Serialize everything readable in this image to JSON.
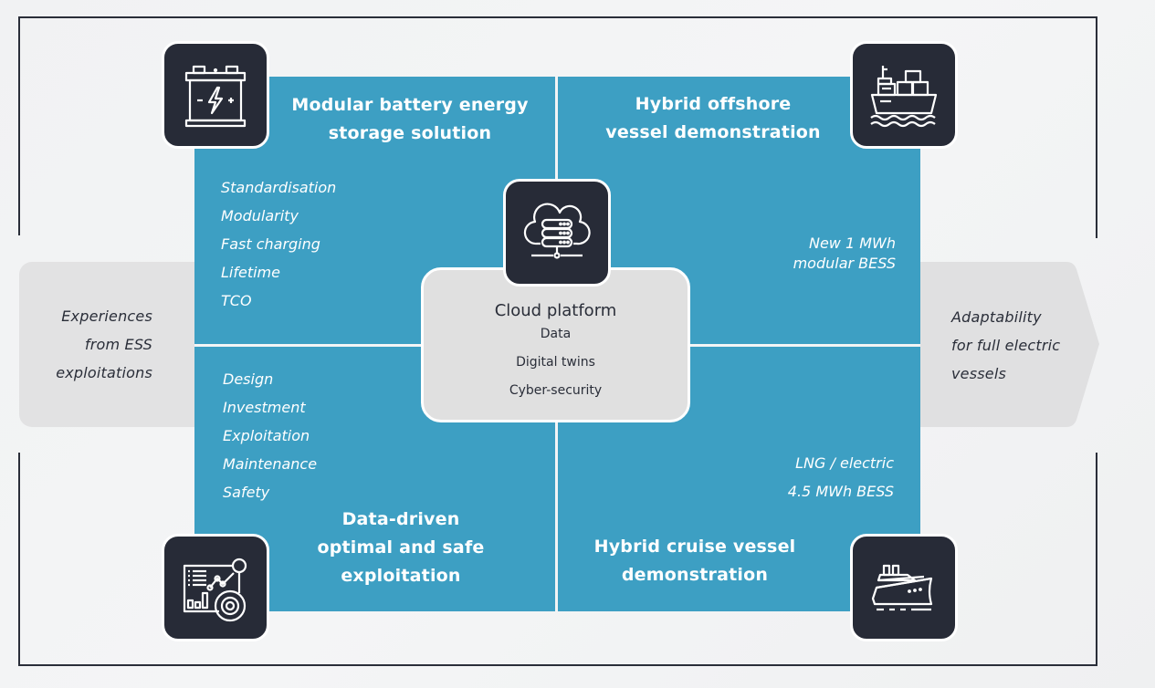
{
  "left_input": {
    "lines": [
      "Experiences",
      "from ESS",
      "exploitations"
    ]
  },
  "right_output": {
    "lines": [
      "Adaptability",
      "for full electric",
      "vessels"
    ]
  },
  "quadrants": {
    "top_left": {
      "icon": "battery-icon",
      "title_lines": [
        "Modular battery energy",
        "storage solution"
      ],
      "items": [
        "Standardisation",
        "Modularity",
        "Fast charging",
        "Lifetime",
        "TCO"
      ]
    },
    "top_right": {
      "icon": "cargo-ship-icon",
      "title_lines": [
        "Hybrid offshore",
        "vessel demonstration"
      ],
      "note_lines": [
        "New 1 MWh",
        "modular BESS"
      ]
    },
    "bottom_left": {
      "icon": "analytics-dashboard-icon",
      "title_lines": [
        "Data-driven",
        "optimal and safe",
        "exploitation"
      ],
      "items": [
        "Design",
        "Investment",
        "Exploitation",
        "Maintenance",
        "Safety"
      ]
    },
    "bottom_right": {
      "icon": "cruise-ship-icon",
      "title_lines": [
        "Hybrid cruise vessel",
        "demonstration"
      ],
      "note_lines": [
        "LNG / electric",
        "4.5 MWh BESS"
      ]
    }
  },
  "center": {
    "icon": "cloud-server-icon",
    "title": "Cloud platform",
    "items": [
      "Data",
      "Digital twins",
      "Cyber-security"
    ]
  },
  "colors": {
    "quadrant_blue": "#3d9fc3",
    "icon_tile": "#272b37",
    "side_box": "#e2e2e3",
    "center_box": "#e0e0e0",
    "frame": "#2a2e39"
  }
}
